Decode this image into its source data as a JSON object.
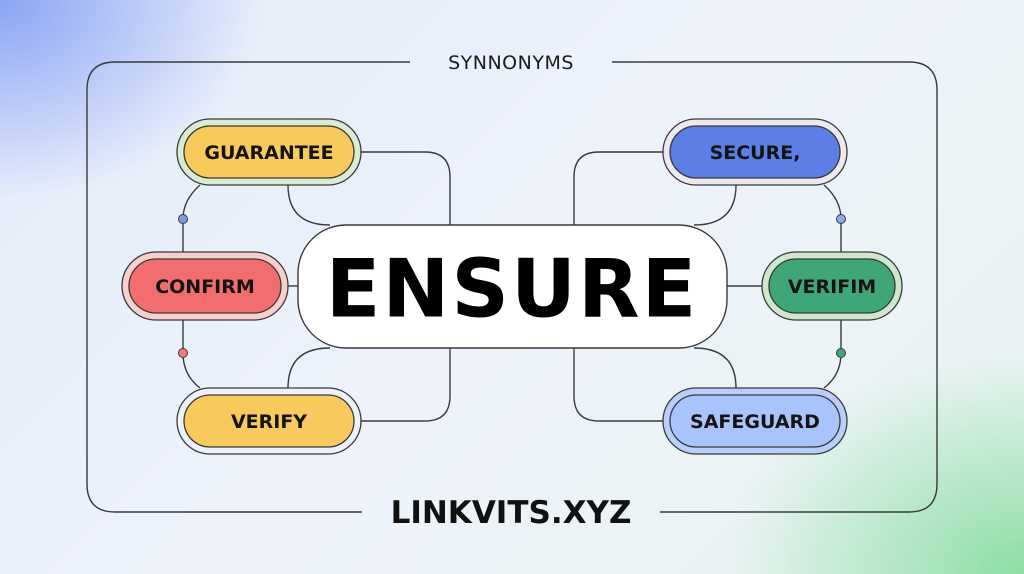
{
  "title": "SYNNONYMS",
  "center_word": "ENSURE",
  "footer": "LINKVITS.XYZ",
  "nodes": {
    "guarantee": {
      "label": "GUARANTEE",
      "color": "#f8c95c",
      "ring": "#d9ecd2"
    },
    "confirm": {
      "label": "CONFIRM",
      "color": "#f26d6d",
      "ring": "#f7cfcf"
    },
    "verify": {
      "label": "VERIFY",
      "color": "#f8c95c",
      "ring": "#eef2f8"
    },
    "secure": {
      "label": "SECURE,",
      "color": "#5b7fe4",
      "ring": "#eceaf0"
    },
    "verifim": {
      "label": "VERIFIM",
      "color": "#3fa678",
      "ring": "#cfe8cc"
    },
    "safeguard": {
      "label": "SAFEGUARD",
      "color": "#a9c3fb",
      "ring": "#b9cffb"
    }
  }
}
